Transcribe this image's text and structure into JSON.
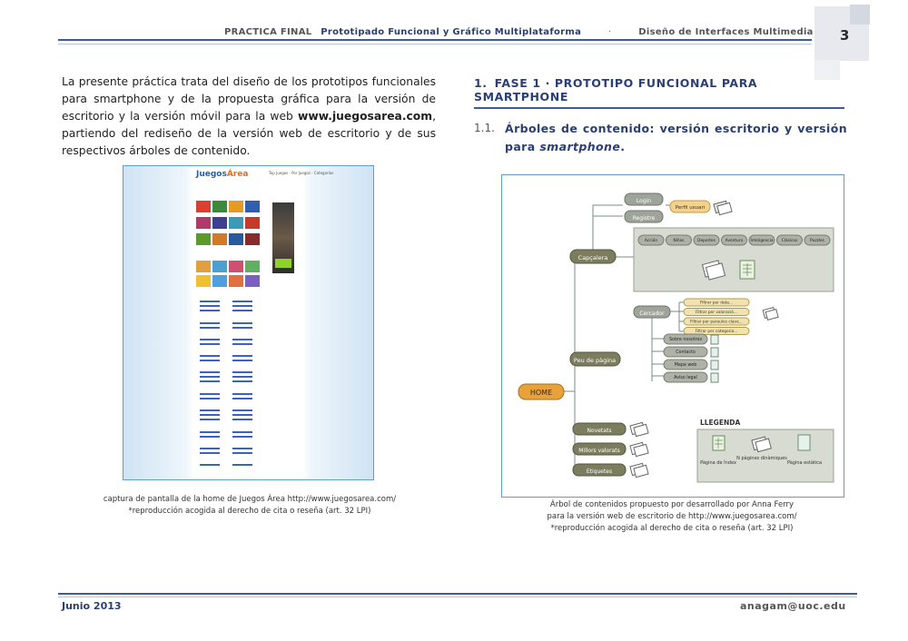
{
  "header": {
    "label": "PRACTICA FINAL",
    "subject": "Prototipado Funcional y Gráfico Multiplataforma",
    "separator": "·",
    "course": "Diseño de Interfaces Multimedia",
    "page_number": "3"
  },
  "intro": {
    "part1": "La presente práctica trata del diseño de los prototipos funcionales para smartphone y de la propuesta gráfica para la versión de escritorio y la versión móvil para la web ",
    "website": "www.juegosarea.com",
    "part2": ", partiendo del rediseño de la versión web de escritorio y de sus respectivos árboles de contenido."
  },
  "screenshot": {
    "logo_a": "Juegos",
    "logo_b": "Área",
    "nav": "Top Juegos · Por Juegos · Categorías",
    "caption_line1": "captura de pantalla de la home de Juegos Área http://www.juegosarea.com/",
    "caption_line2": "*reproducción acogida al derecho de cita o reseña (art. 32 LPI)"
  },
  "section": {
    "number": "1.",
    "title": "FASE 1 · PROTOTIPO FUNCIONAL PARA SMARTPHONE"
  },
  "subsection": {
    "number": "1.1.",
    "title_part1": "Árboles de contenido: versión escritorio y versión para ",
    "title_italic": "smartphone",
    "title_part2": "."
  },
  "tree": {
    "root": "HOME",
    "capcalera": "Capçalera",
    "login": "Login",
    "registre": "Registre",
    "perfil": "Perfil usuari",
    "categories": [
      "Acción",
      "Niñas",
      "Deportes",
      "Aventura",
      "Inteligencia",
      "Clásicos",
      "Puzzles"
    ],
    "peu": "Peu de pàgina",
    "cercador": "Cercador",
    "filters": [
      "Filtrar per data...",
      "Filtrar per valoració...",
      "Filtrar per paraules clave...",
      "Filtrar per categoria..."
    ],
    "footer_links": [
      "Sobre nosotros",
      "Contacto",
      "Mapa web",
      "Aviso legal"
    ],
    "novetats": "Novetats",
    "millors": "Millors valorats",
    "etiquetes": "Etiquetes",
    "legend_title": "LLEGENDA",
    "legend_items": [
      "Pàgina de Índex",
      "N pàgines dinàmiques",
      "Pàgina estàtica"
    ],
    "caption_line1": "Árbol de contenidos propuesto por desarrollado por Anna Ferry",
    "caption_line2": "para la versión web de escritorio de http://www.juegosarea.com/",
    "caption_line3": "*reproducción acogida al derecho de cita o reseña (art. 32 LPI)"
  },
  "footer": {
    "date": "Junio 2013",
    "email": "anagam@uoc.edu"
  }
}
